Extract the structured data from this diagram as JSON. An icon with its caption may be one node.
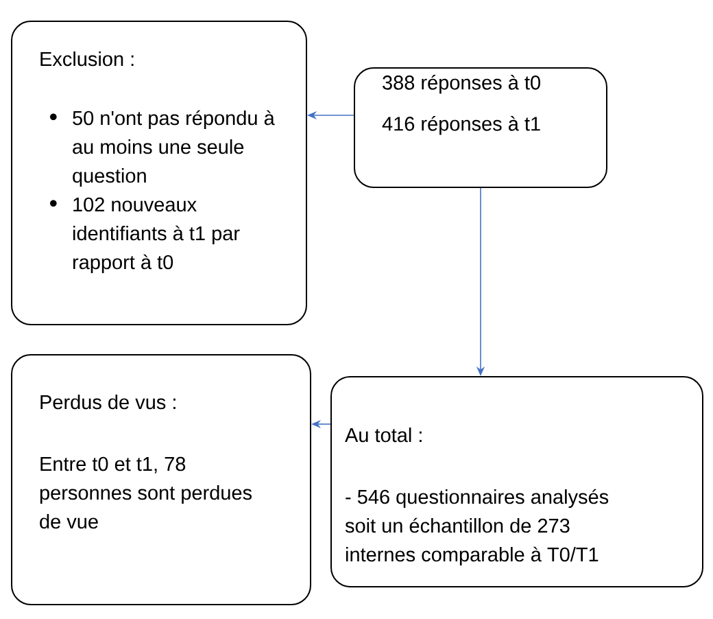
{
  "diagram": {
    "nodes": [
      {
        "text": [
          "Exclusion :",
          "50 n'ont pas répondu à au moins une seule question",
          "102 nouveaux identifiants à t1 par rapport à t0"
        ]
      },
      {
        "text": [
          "388 réponses à t0",
          "416 réponses à t1"
        ]
      },
      {
        "text": [
          "Perdus de vus :",
          "Entre t0 et t1, 78 personnes sont perdues de vue"
        ]
      },
      {
        "text": [
          "Au total :",
          "- 546 questionnaires analysés soit un échantillon de 273 internes comparable à T0/T1"
        ]
      }
    ],
    "edges": [
      {
        "from": 1,
        "to": 0,
        "arrow": "to"
      },
      {
        "from": 1,
        "to": 3,
        "arrow": "to"
      },
      {
        "from": 3,
        "to": 2,
        "arrow": "to"
      }
    ]
  }
}
